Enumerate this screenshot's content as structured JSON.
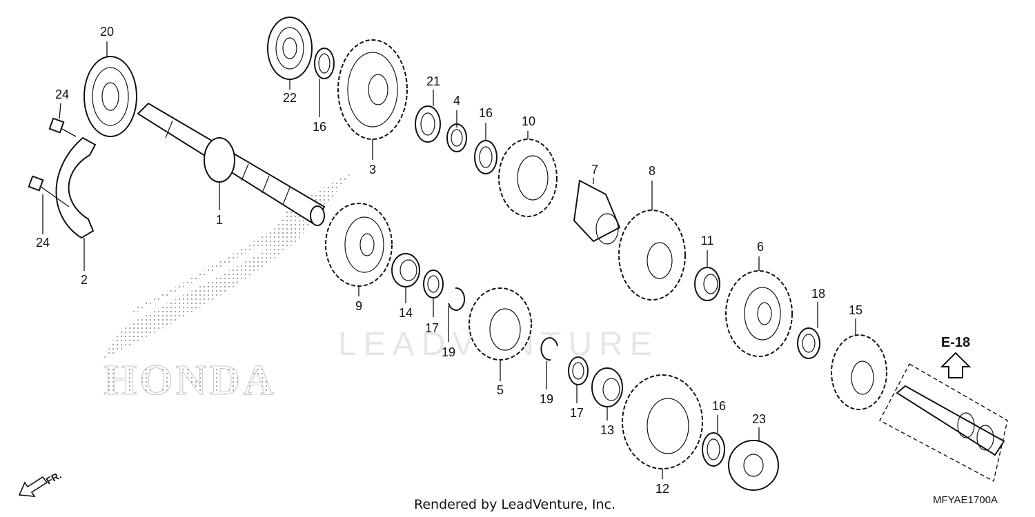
{
  "diagram": {
    "watermark": "LEADVENTURE",
    "brand_mark": "HONDA",
    "ref_label": "E-18",
    "direction_label": "FR.",
    "footer": "Rendered by LeadVenture, Inc.",
    "code": "MFYAE1700A",
    "callouts": [
      {
        "id": "1",
        "text": "1"
      },
      {
        "id": "2",
        "text": "2"
      },
      {
        "id": "3",
        "text": "3"
      },
      {
        "id": "4",
        "text": "4"
      },
      {
        "id": "5",
        "text": "5"
      },
      {
        "id": "6",
        "text": "6"
      },
      {
        "id": "7",
        "text": "7"
      },
      {
        "id": "8",
        "text": "8"
      },
      {
        "id": "9",
        "text": "9"
      },
      {
        "id": "10",
        "text": "10"
      },
      {
        "id": "11",
        "text": "11"
      },
      {
        "id": "12",
        "text": "12"
      },
      {
        "id": "13",
        "text": "13"
      },
      {
        "id": "14",
        "text": "14"
      },
      {
        "id": "15",
        "text": "15"
      },
      {
        "id": "16a",
        "text": "16"
      },
      {
        "id": "16b",
        "text": "16"
      },
      {
        "id": "16c",
        "text": "16"
      },
      {
        "id": "17a",
        "text": "17"
      },
      {
        "id": "17b",
        "text": "17"
      },
      {
        "id": "18",
        "text": "18"
      },
      {
        "id": "19a",
        "text": "19"
      },
      {
        "id": "19b",
        "text": "19"
      },
      {
        "id": "20",
        "text": "20"
      },
      {
        "id": "21",
        "text": "21"
      },
      {
        "id": "22",
        "text": "22"
      },
      {
        "id": "23",
        "text": "23"
      },
      {
        "id": "24a",
        "text": "24"
      },
      {
        "id": "24b",
        "text": "24"
      }
    ]
  }
}
